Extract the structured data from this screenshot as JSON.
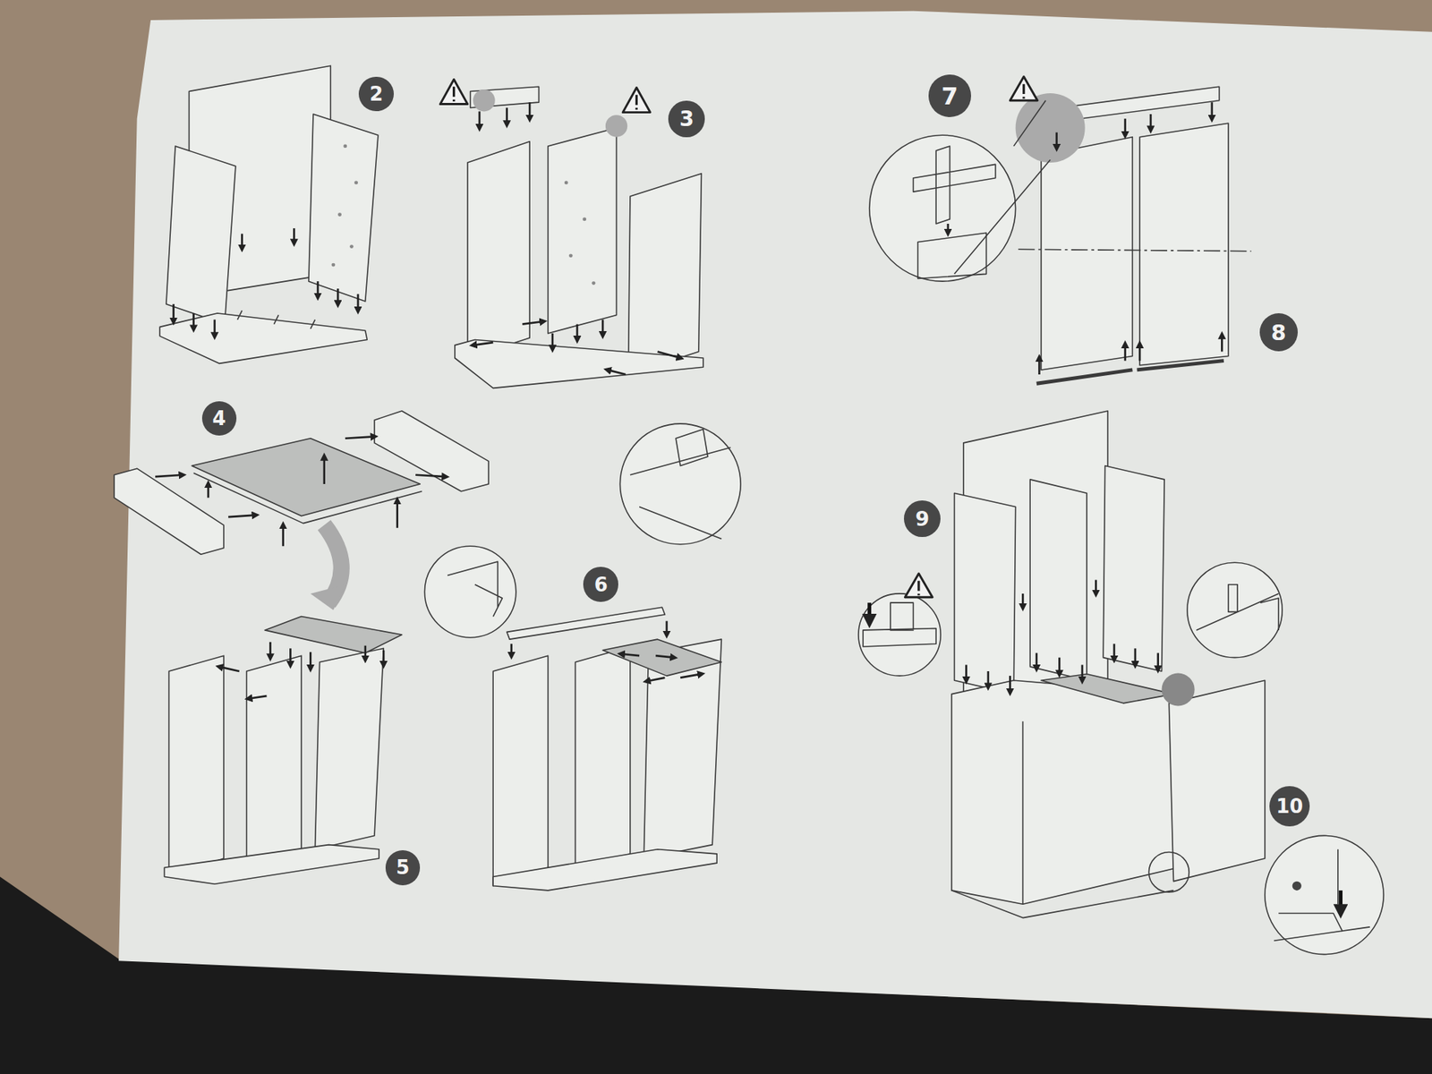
{
  "diagram": {
    "nodes": [
      {
        "text": [
          "2"
        ]
      },
      {
        "text": [
          "3"
        ]
      },
      {
        "text": [
          "4"
        ]
      },
      {
        "text": [
          "5"
        ]
      },
      {
        "text": [
          "6"
        ]
      },
      {
        "text": [
          "7"
        ]
      },
      {
        "text": [
          "8"
        ]
      },
      {
        "text": [
          "9"
        ]
      },
      {
        "text": [
          "10"
        ]
      }
    ]
  }
}
